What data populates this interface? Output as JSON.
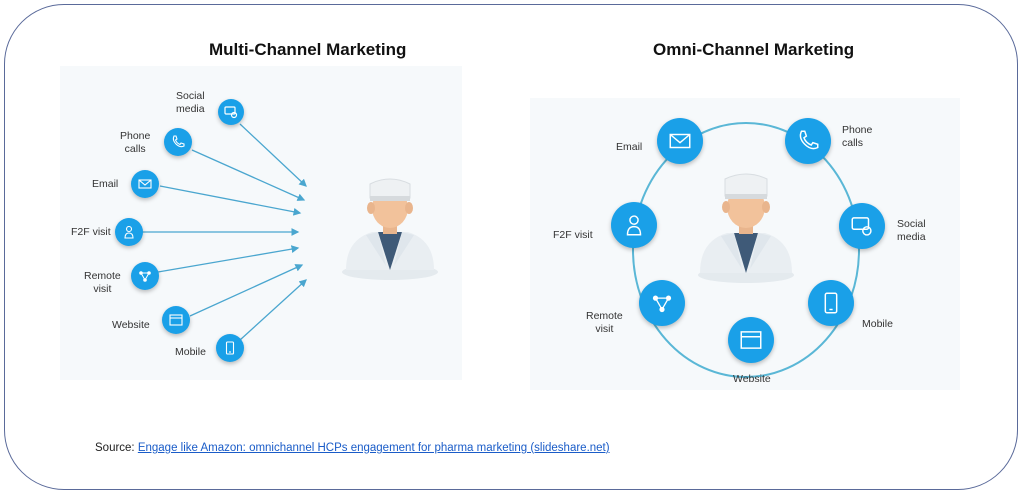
{
  "titles": {
    "multi": "Multi-Channel Marketing",
    "omni": "Omni-Channel Marketing"
  },
  "multi": {
    "channels": [
      {
        "label": "Social\nmedia",
        "icon": "social-media-icon"
      },
      {
        "label": "Phone\ncalls",
        "icon": "phone-icon"
      },
      {
        "label": "Email",
        "icon": "email-icon"
      },
      {
        "label": "F2F visit",
        "icon": "f2f-visit-icon"
      },
      {
        "label": "Remote\nvisit",
        "icon": "remote-visit-icon"
      },
      {
        "label": "Website",
        "icon": "website-icon"
      },
      {
        "label": "Mobile",
        "icon": "mobile-icon"
      }
    ]
  },
  "omni": {
    "channels": [
      {
        "label": "Email",
        "icon": "email-icon"
      },
      {
        "label": "Phone\ncalls",
        "icon": "phone-icon"
      },
      {
        "label": "Social\nmedia",
        "icon": "social-media-icon"
      },
      {
        "label": "Mobile",
        "icon": "mobile-icon"
      },
      {
        "label": "Website",
        "icon": "website-icon"
      },
      {
        "label": "Remote\nvisit",
        "icon": "remote-visit-icon"
      },
      {
        "label": "F2F visit",
        "icon": "f2f-visit-icon"
      }
    ]
  },
  "source": {
    "prefix": "Source: ",
    "link_text": "Engage like Amazon: omnichannel HCPs engagement for pharma marketing (slideshare.net)"
  },
  "colors": {
    "icon_blue": "#1aa0e8",
    "line": "#4aa6cf",
    "ring": "#5ab7d6"
  }
}
